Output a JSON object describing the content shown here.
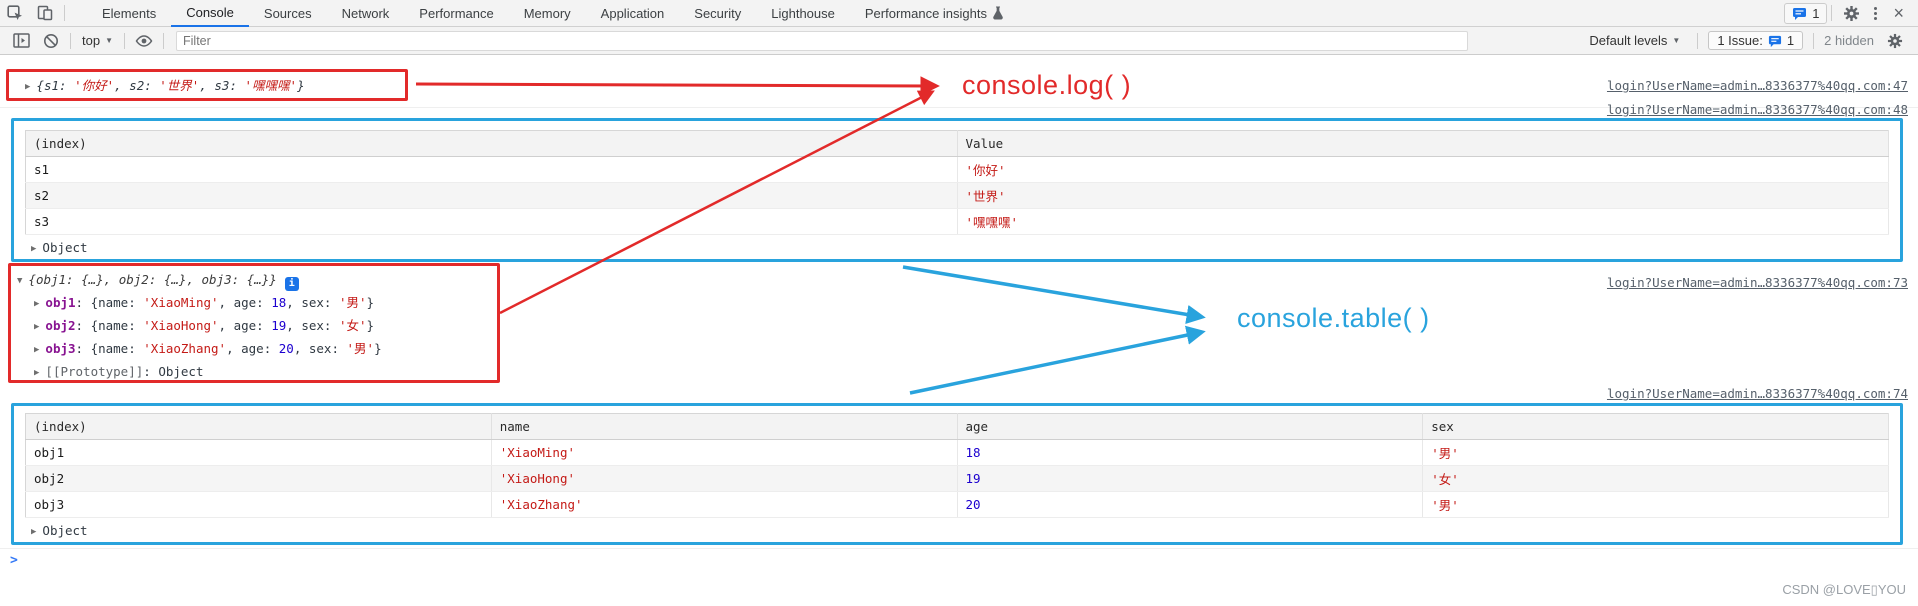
{
  "tabs_bar": {
    "tabs": [
      {
        "label": "Elements"
      },
      {
        "label": "Console"
      },
      {
        "label": "Sources"
      },
      {
        "label": "Network"
      },
      {
        "label": "Performance"
      },
      {
        "label": "Memory"
      },
      {
        "label": "Application"
      },
      {
        "label": "Security"
      },
      {
        "label": "Lighthouse"
      },
      {
        "label": "Performance insights"
      }
    ],
    "active_tab": "Console",
    "bubble_count": "1"
  },
  "toolbar": {
    "context_selector": "top",
    "filter_placeholder": "Filter",
    "levels_label": "Default levels",
    "issues_label": "1 Issue:",
    "issues_count": "1",
    "hidden_label": "2 hidden"
  },
  "icons": {
    "closed_tri": "▶",
    "open_tri": "▼",
    "caret": "▼",
    "info_glyph": "i",
    "prompt_glyph": ">",
    "close_glyph": "×"
  },
  "console": {
    "log1": {
      "tokens": [
        {
          "t": "plain",
          "v": "{s1: "
        },
        {
          "t": "str",
          "v": "'你好'"
        },
        {
          "t": "plain",
          "v": ", s2: "
        },
        {
          "t": "str",
          "v": "'世界'"
        },
        {
          "t": "plain",
          "v": ", s3: "
        },
        {
          "t": "str",
          "v": "'嘿嘿嘿'"
        },
        {
          "t": "plain",
          "v": "}"
        }
      ]
    },
    "table1": {
      "columns": [
        "(index)",
        "Value"
      ],
      "col_types": [
        "idx",
        "str"
      ],
      "rows": [
        [
          "s1",
          "'你好'"
        ],
        [
          "s2",
          "'世界'"
        ],
        [
          "s3",
          "'嘿嘿嘿'"
        ]
      ],
      "footer": "Object"
    },
    "log2": {
      "preview_tokens": [
        {
          "t": "preview",
          "v": "{obj1: {…}, obj2: {…}, obj3: {…}}"
        }
      ],
      "children": [
        {
          "tokens": [
            {
              "t": "key",
              "v": "obj1"
            },
            {
              "t": "plain",
              "v": ": {name: "
            },
            {
              "t": "str",
              "v": "'XiaoMing'"
            },
            {
              "t": "plain",
              "v": ", age: "
            },
            {
              "t": "num",
              "v": "18"
            },
            {
              "t": "plain",
              "v": ", sex: "
            },
            {
              "t": "str",
              "v": "'男'"
            },
            {
              "t": "plain",
              "v": "}"
            }
          ]
        },
        {
          "tokens": [
            {
              "t": "key",
              "v": "obj2"
            },
            {
              "t": "plain",
              "v": ": {name: "
            },
            {
              "t": "str",
              "v": "'XiaoHong'"
            },
            {
              "t": "plain",
              "v": ", age: "
            },
            {
              "t": "num",
              "v": "19"
            },
            {
              "t": "plain",
              "v": ", sex: "
            },
            {
              "t": "str",
              "v": "'女'"
            },
            {
              "t": "plain",
              "v": "}"
            }
          ]
        },
        {
          "tokens": [
            {
              "t": "key",
              "v": "obj3"
            },
            {
              "t": "plain",
              "v": ": {name: "
            },
            {
              "t": "str",
              "v": "'XiaoZhang'"
            },
            {
              "t": "plain",
              "v": ", age: "
            },
            {
              "t": "num",
              "v": "20"
            },
            {
              "t": "plain",
              "v": ", sex: "
            },
            {
              "t": "str",
              "v": "'男'"
            },
            {
              "t": "plain",
              "v": "}"
            }
          ]
        }
      ],
      "prototype_tokens": [
        {
          "t": "dim",
          "v": "[[Prototype]]"
        },
        {
          "t": "plain",
          "v": ": Object"
        }
      ]
    },
    "table2": {
      "columns": [
        "(index)",
        "name",
        "age",
        "sex"
      ],
      "col_types": [
        "idx",
        "str",
        "num",
        "str"
      ],
      "rows": [
        [
          "obj1",
          "'XiaoMing'",
          "18",
          "'男'"
        ],
        [
          "obj2",
          "'XiaoHong'",
          "19",
          "'女'"
        ],
        [
          "obj3",
          "'XiaoZhang'",
          "20",
          "'男'"
        ]
      ],
      "footer": "Object"
    },
    "links": [
      "login?UserName=admin…8336377%40qq.com:47",
      "login?UserName=admin…8336377%40qq.com:48",
      "login?UserName=admin…8336377%40qq.com:73",
      "login?UserName=admin…8336377%40qq.com:74"
    ]
  },
  "annotations": {
    "log_label": "console.log( )",
    "table_label": "console.table( )",
    "red_color": "#e22a2a",
    "blue_color": "#29a3dd"
  },
  "watermark": "CSDN @LOVE▯YOU"
}
